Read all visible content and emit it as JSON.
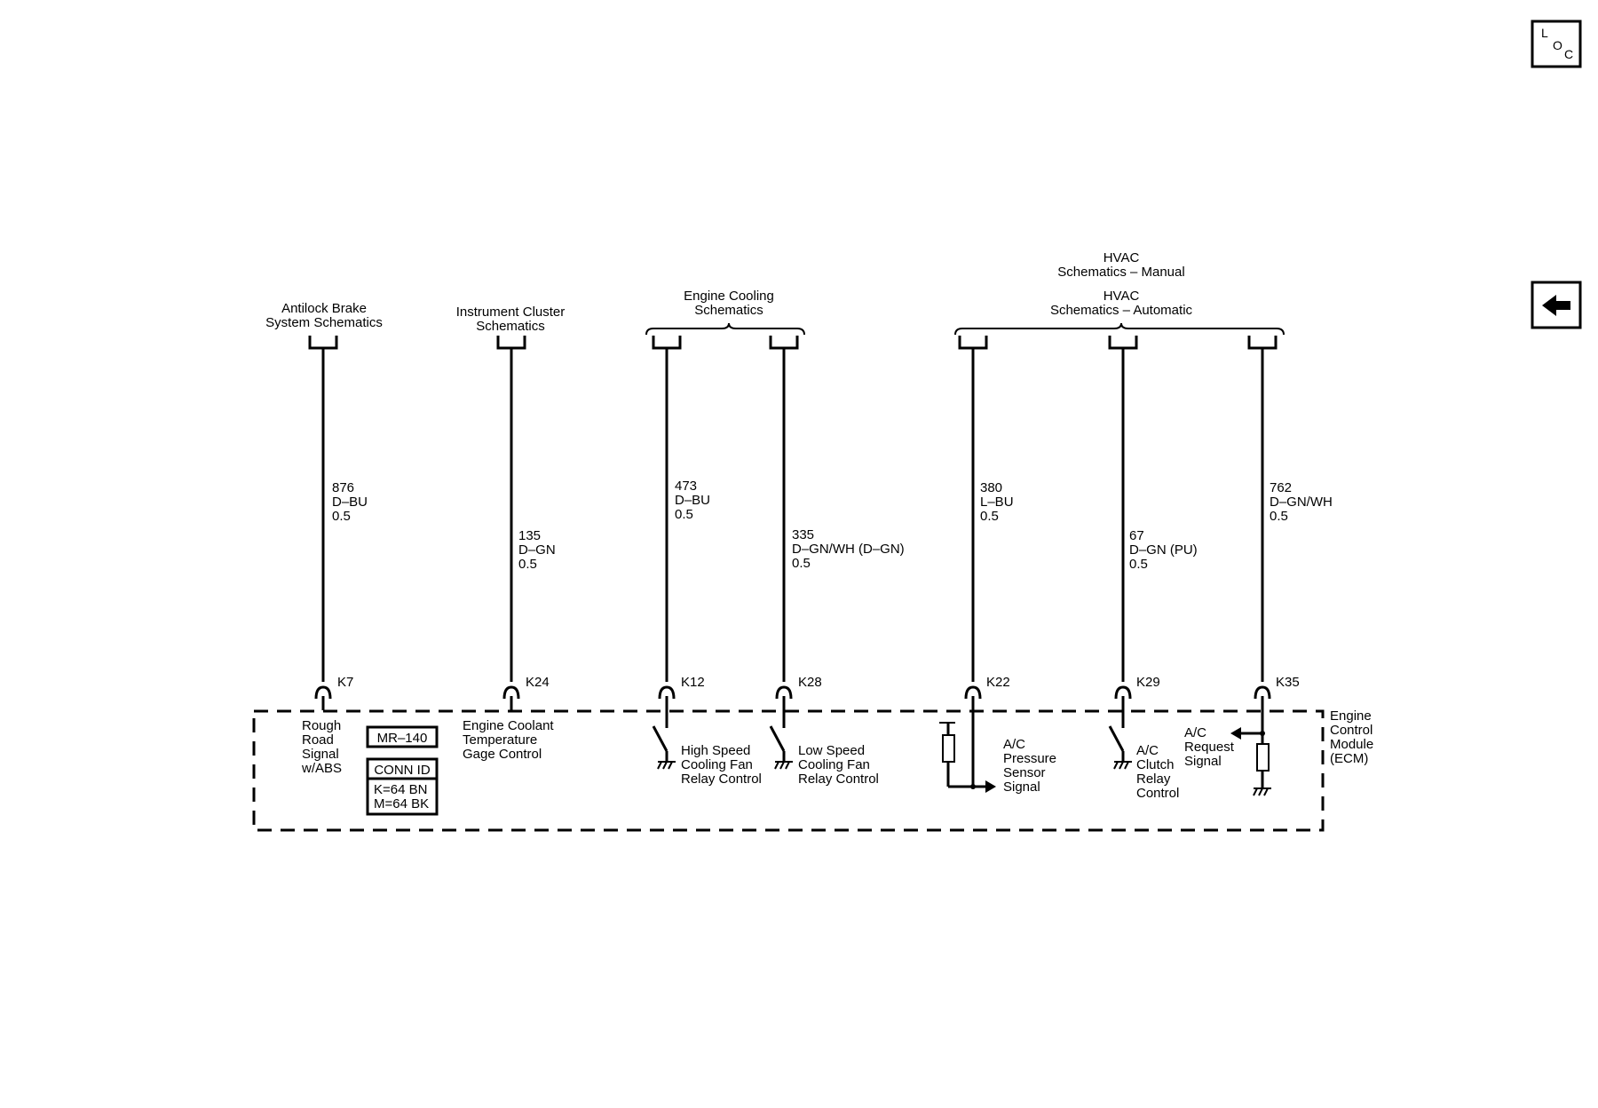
{
  "nav": {
    "loc_icon": "loc-icon",
    "back_icon": "back-arrow-icon",
    "loc_letters": [
      "L",
      "O",
      "C"
    ]
  },
  "headers": {
    "abs": [
      "Antilock Brake",
      "System Schematics"
    ],
    "ic": [
      "Instrument Cluster",
      "Schematics"
    ],
    "ecs": [
      "Engine Cooling",
      "Schematics"
    ],
    "hvac_manual": [
      "HVAC",
      "Schematics – Manual"
    ],
    "hvac_auto": [
      "HVAC",
      "Schematics – Automatic"
    ]
  },
  "circuits": [
    {
      "num": "876",
      "color": "D–BU",
      "size": "0.5",
      "pin": "K7"
    },
    {
      "num": "135",
      "color": "D–GN",
      "size": "0.5",
      "pin": "K24"
    },
    {
      "num": "473",
      "color": "D–BU",
      "size": "0.5",
      "pin": "K12"
    },
    {
      "num": "335",
      "color": "D–GN/WH (D–GN)",
      "size": "0.5",
      "pin": "K28"
    },
    {
      "num": "380",
      "color": "L–BU",
      "size": "0.5",
      "pin": "K22"
    },
    {
      "num": "67",
      "color": "D–GN (PU)",
      "size": "0.5",
      "pin": "K29"
    },
    {
      "num": "762",
      "color": "D–GN/WH",
      "size": "0.5",
      "pin": "K35"
    }
  ],
  "functions": {
    "k7": [
      "Rough",
      "Road",
      "Signal",
      "w/ABS"
    ],
    "k24": [
      "Engine Coolant",
      "Temperature",
      "Gage Control"
    ],
    "k12": [
      "High Speed",
      "Cooling Fan",
      "Relay Control"
    ],
    "k28": [
      "Low Speed",
      "Cooling Fan",
      "Relay Control"
    ],
    "k22": [
      "A/C",
      "Pressure",
      "Sensor",
      "Signal"
    ],
    "k29": [
      "A/C",
      "Clutch",
      "Relay",
      "Control"
    ],
    "k35": [
      "A/C",
      "Request",
      "Signal"
    ]
  },
  "module": {
    "name": [
      "Engine",
      "Control",
      "Module",
      "(ECM)"
    ],
    "mr": "MR–140",
    "conn_id": "CONN ID",
    "conn_k": "K=64 BN",
    "conn_m": "M=64 BK"
  }
}
